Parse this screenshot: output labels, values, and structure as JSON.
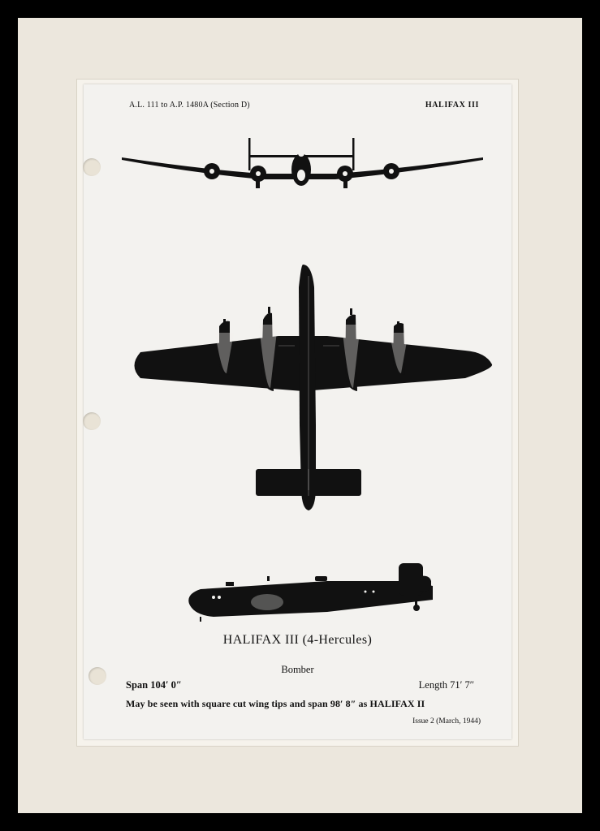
{
  "document": {
    "header_left": "A.L. 111 to A.P. 1480A (Section D)",
    "header_right": "HALIFAX III",
    "title": "HALIFAX III (4-Hercules)",
    "role": "Bomber",
    "span": "Span 104′ 0″",
    "length": "Length 71′ 7″",
    "note": "May be seen with square cut wing tips and span 98′ 8″ as HALIFAX II",
    "issue": "Issue 2 (March, 1944)"
  },
  "illustrations": {
    "front_view": "aircraft-front-silhouette",
    "plan_view": "aircraft-plan-silhouette",
    "side_view": "aircraft-side-silhouette"
  },
  "colors": {
    "frame": "#000000",
    "mat": "#ece7dd",
    "paper": "#f3f2ef",
    "ink": "#111111"
  }
}
